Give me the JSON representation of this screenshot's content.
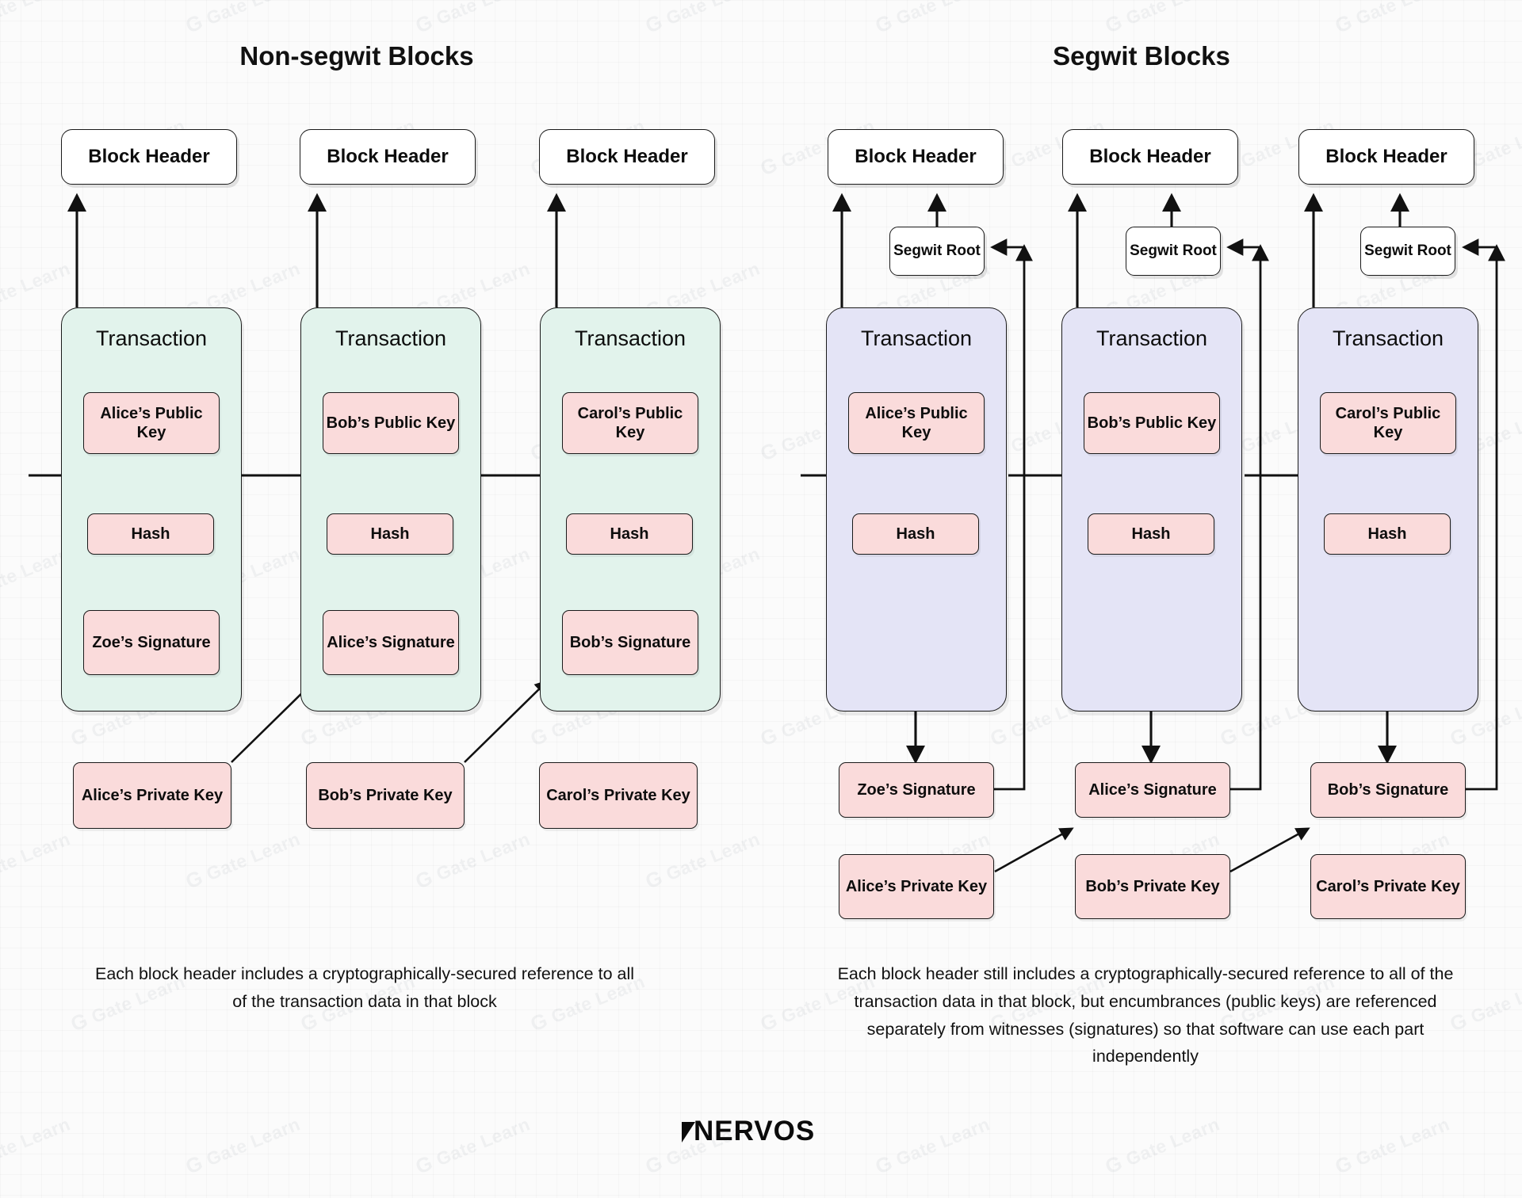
{
  "columns": [
    {
      "id": "non-segwit",
      "title": "Non-segwit Blocks",
      "caption": "Each block header includes a cryptographically-secured reference to all of the transaction data in that block",
      "blocks": [
        {
          "header": "Block Header",
          "transaction": "Transaction",
          "public_key": "Alice’s Public Key",
          "hash": "Hash",
          "signature": "Zoe’s Signature",
          "private_key": "Alice’s Private Key"
        },
        {
          "header": "Block Header",
          "transaction": "Transaction",
          "public_key": "Bob’s Public Key",
          "hash": "Hash",
          "signature": "Alice’s Signature",
          "private_key": "Bob’s Private Key"
        },
        {
          "header": "Block Header",
          "transaction": "Transaction",
          "public_key": "Carol’s Public Key",
          "hash": "Hash",
          "signature": "Bob’s Signature",
          "private_key": "Carol’s Private Key"
        }
      ]
    },
    {
      "id": "segwit",
      "title": "Segwit Blocks",
      "caption": "Each block header still includes a cryptographically-secured reference to all of the transaction data in that block, but encumbrances (public keys) are referenced separately from witnesses (signatures) so that software can use each part independently",
      "blocks": [
        {
          "header": "Block Header",
          "segwit_root": "Segwit Root",
          "transaction": "Transaction",
          "public_key": "Alice’s Public Key",
          "hash": "Hash",
          "signature": "Zoe’s Signature",
          "private_key": "Alice’s Private Key"
        },
        {
          "header": "Block Header",
          "segwit_root": "Segwit Root",
          "transaction": "Transaction",
          "public_key": "Bob’s Public Key",
          "hash": "Hash",
          "signature": "Alice’s Signature",
          "private_key": "Bob’s Private Key"
        },
        {
          "header": "Block Header",
          "segwit_root": "Segwit Root",
          "transaction": "Transaction",
          "public_key": "Carol’s Public Key",
          "hash": "Hash",
          "signature": "Bob’s Signature",
          "private_key": "Carol’s Private Key"
        }
      ]
    }
  ],
  "footer": {
    "logo": "NERVOS"
  },
  "watermark": {
    "text": "Gate Learn",
    "glyph": "G"
  },
  "colors": {
    "transaction_nonsegwit": "#e2f3ec",
    "transaction_segwit": "#e4e4f6",
    "pill": "#fadbdb",
    "box_border": "#1a1a1a",
    "background": "#fbfbfb",
    "text": "#0d0d0d"
  }
}
